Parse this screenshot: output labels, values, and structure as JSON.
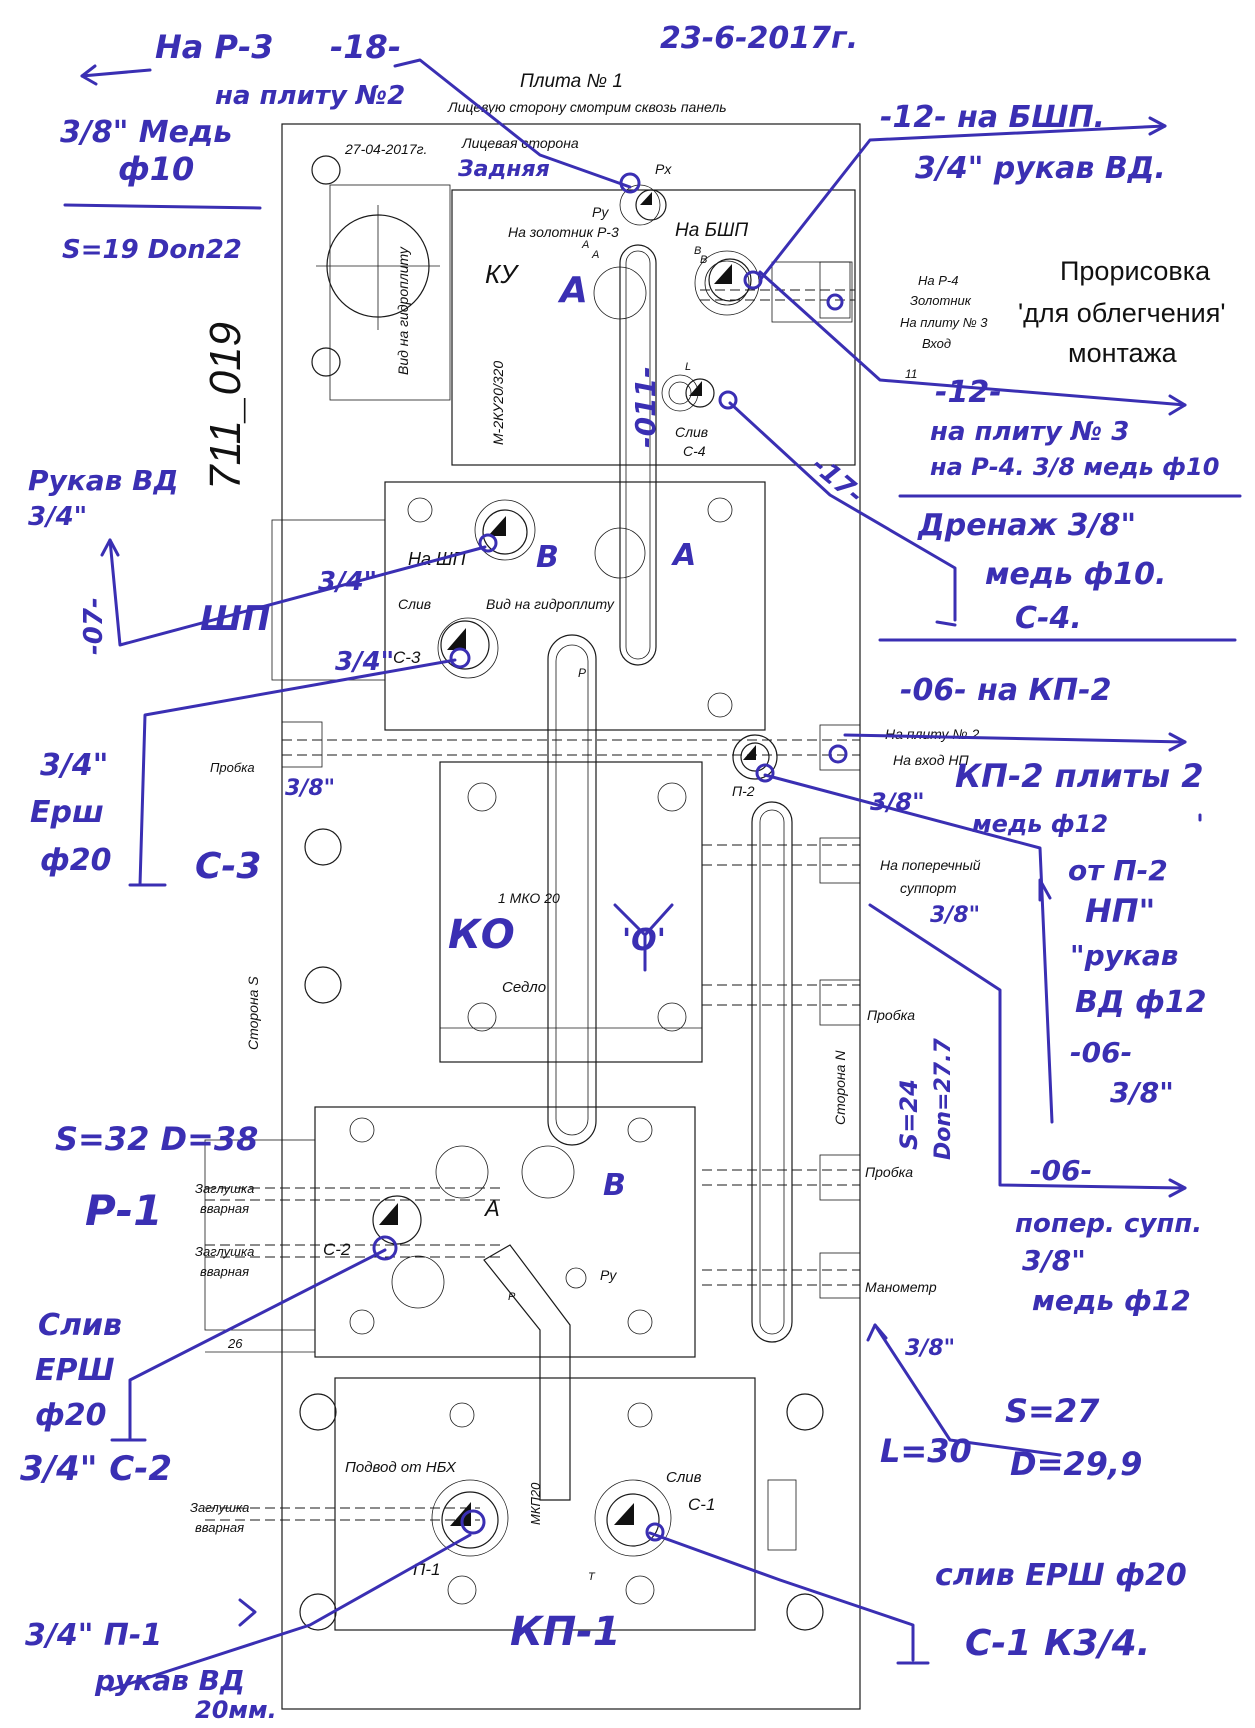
{
  "header": {
    "date": "23-6-2017г.",
    "plate_title": "Плита № 1",
    "view_note": "Лицевую сторону смотрим сквозь панель",
    "doc_date": "27-04-2017г.",
    "face_label": "Лицевая сторона",
    "face_correction": "Задняя",
    "drawing_number": "711_019",
    "helper_note_line1": "Прорисовка",
    "helper_note_line2": "'для облегчения'",
    "helper_note_line3": "монтажа"
  },
  "cad_labels": {
    "view_hydroplate_top": "Вид на гидроплиту",
    "model_ku": "М-2КУ20/320",
    "ku": "КУ",
    "port_a": "А",
    "port_b": "В",
    "port_a_small": "А",
    "port_b_small": "В",
    "port_l": "L",
    "px": "Рх",
    "py": "Ру",
    "to_spool_p3": "На золотник Р-3",
    "to_bshp": "На БШП",
    "to_p4_line1": "На Р-4",
    "to_p4_line2": "Золотник",
    "to_p4_line3": "На плиту № 3",
    "to_p4_line4": "Вход",
    "dim_11": "11",
    "drain_c4_line1": "Слив",
    "drain_c4_line2": "С-4",
    "to_shp": "На ШП",
    "port_b2": "В",
    "port_a2": "А",
    "drain_label": "Слив",
    "c3": "С-3",
    "view_hydroplate_mid": "Вид на гидроплиту",
    "port_p": "Р",
    "plug_left": "Пробка",
    "to_plate2_line1": "На плиту № 2.",
    "to_plate2_line2": "На вход НП",
    "p2": "П-2",
    "cross_support_line1": "На поперечный",
    "cross_support_line2": "суппорт",
    "mko": "1 МКО 20",
    "ko": "КО",
    "seat": "Седло",
    "side_s": "Сторона S",
    "side_n": "Сторона N",
    "plug_right1": "Пробка",
    "plug_right2": "Пробка",
    "plug_weld1_line1": "Заглушка",
    "plug_weld1_line2": "вварная",
    "plug_weld2_line1": "Заглушка",
    "plug_weld2_line2": "вварная",
    "c2": "С-2",
    "port_a3": "А",
    "port_b3": "В",
    "py2": "Ру",
    "p_small": "Р",
    "manometer": "Манометр",
    "dim_26": "26",
    "supply_nbx": "Подвод от НБХ",
    "mkp": "МКП20",
    "drain_c1_line1": "Слив",
    "drain_c1_line2": "С-1",
    "plug_weld3_line1": "Заглушка",
    "plug_weld3_line2": "вварная",
    "p1": "П-1",
    "port_t": "Т"
  },
  "handwriting": {
    "to_p3": "На Р-3",
    "n18": "-18-",
    "to_plate2": "на плиту №2",
    "copper_top_line1": "3/8\" Медь",
    "copper_top_line2": "ф10",
    "s19": "S=19  Don22",
    "n12_top": "-12-  на БШП.",
    "sleeve_vd": "3/4\" рукав ВД.",
    "n011": "-011-",
    "n12_mid": "-12-",
    "to_plate3_line1": "на плиту № 3",
    "to_plate3_line2": "на Р-4.  3/8 медь ф10",
    "n17": "-17-",
    "drain38_line1": "Дренаж 3/8\"",
    "drain38_line2": "медь ф10.",
    "drain38_line3": "С-4.",
    "sleeve_left_line1": "Рукав ВД",
    "sleeve_left_line2": "3/4\"",
    "n07": "-07-",
    "shp": "ШП",
    "three_quarter_a": "3/4\"",
    "three_quarter_b": "3/4\"",
    "ersh_c3_line1": "3/4\"",
    "ersh_c3_line2": "Ерш",
    "ersh_c3_line3": "ф20",
    "c3_hand": "С-3",
    "three_eighth_left": "3/8\"",
    "n06_top": "-06-  на КП-2",
    "kp2_plate": "КП-2  плиты 2",
    "copper_12": "медь ф12",
    "three_eighth_p2": "3/8\"",
    "from_p2_line1": "от  П-2",
    "from_p2_line2": "НП\"",
    "from_p2_line3": "\"рукав",
    "from_p2_line4": "ВД ф12",
    "n06_mid_line1": "-06-",
    "n06_mid_line2": "3/8\"",
    "three_eighth_support": "3/8\"",
    "ko_hand": "КО",
    "o_hand": "'О'",
    "s24": "S=24",
    "don277": "Don=27.7",
    "n06_bot": "-06-",
    "cross_supp_line1": "попер. супп.",
    "cross_supp_line2": "3/8\"",
    "cross_supp_line3": "медь ф12",
    "s32": "S=32  D=38",
    "p1_hand": "Р-1",
    "drain_ersh_line1": "Слив",
    "drain_ersh_line2": "ЕРШ",
    "drain_ersh_line3": "ф20",
    "c2_hand": "3/4\"  С-2",
    "three_eighth_mano": "3/8\"",
    "s27": "S=27",
    "l30": "L=30",
    "d299": "D=29,9",
    "drain_ersh_c1": "слив ЕРШ ф20",
    "c1_hand": "С-1  К3/4.",
    "p1_sleeve_line1": "3/4\"  П-1",
    "p1_sleeve_line2": "рукав ВД",
    "p1_sleeve_line3": "20мм.",
    "kp1": "КП-1",
    "a_hand": "А"
  },
  "colors": {
    "ink": "#3a2fb3",
    "cad": "#1a1a1a",
    "paper": "#ffffff"
  }
}
